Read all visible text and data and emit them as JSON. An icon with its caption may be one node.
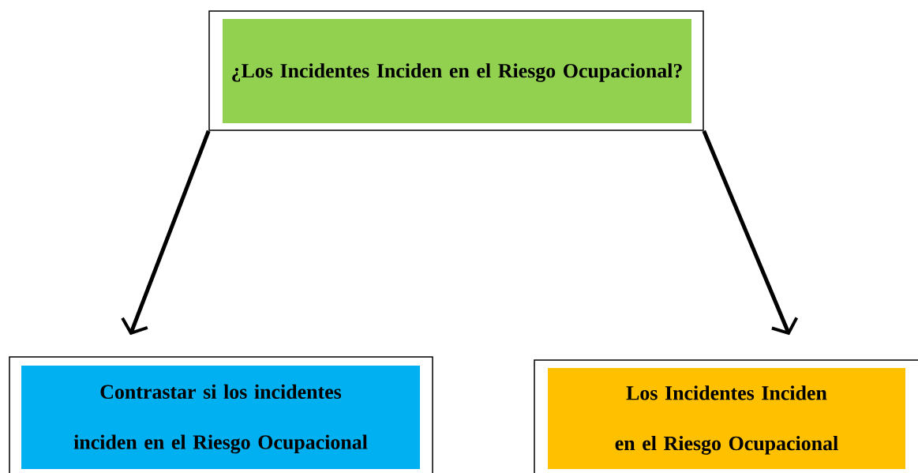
{
  "diagram": {
    "nodes": [
      {
        "text": [
          "¿Los Incidentes Inciden en el Riesgo Ocupacional?"
        ]
      },
      {
        "text": [
          "Contrastar si los incidentes inciden en el Riesgo Ocupacional"
        ]
      },
      {
        "text": [
          "Los Incidentes Inciden en el Riesgo Ocupacional"
        ]
      }
    ],
    "edges": [
      {
        "from": 0,
        "to": 1,
        "arrow": "to"
      },
      {
        "from": 0,
        "to": 2,
        "arrow": "to"
      }
    ]
  }
}
